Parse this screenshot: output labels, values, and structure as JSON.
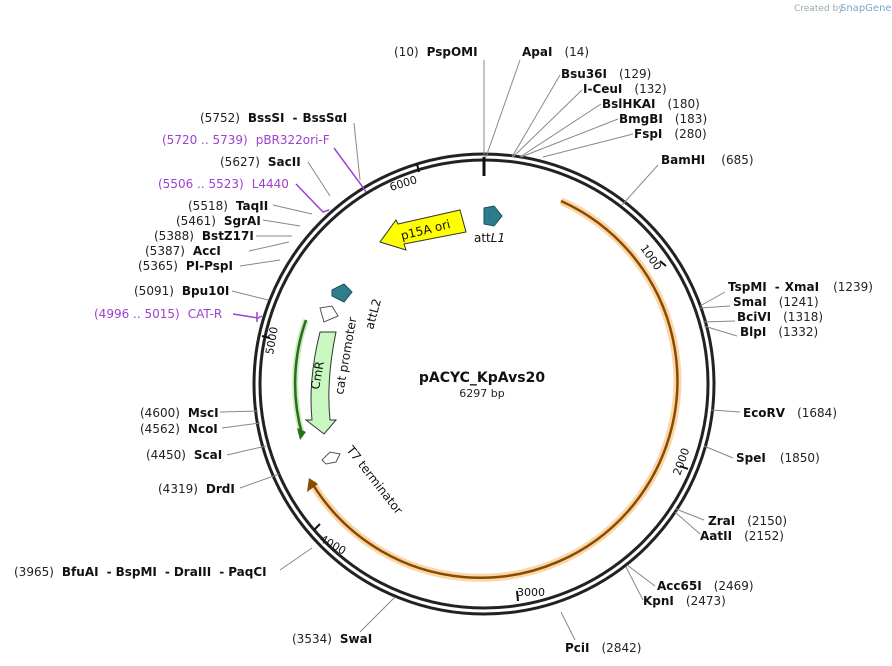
{
  "header": {
    "credit_prefix": "Created by",
    "credit_brand": "SnapGene"
  },
  "plasmid": {
    "name": "pACYC_KpAvs20",
    "length_label": "6297 bp"
  },
  "ticks": [
    "1000",
    "2000",
    "3000",
    "4000",
    "5000",
    "6000"
  ],
  "features": {
    "p15a_ori": "p15A ori",
    "attl1_prefix": "att",
    "attl1_suffix": "L1",
    "attl2": "attL2",
    "cmr": "CmR",
    "cat_promoter": "cat promoter",
    "t7_terminator": "T7 terminator"
  },
  "sites": [
    {
      "pos": "(10)",
      "name": "PspOMI"
    },
    {
      "pos": "(14)",
      "name": "ApaI"
    },
    {
      "pos": "(129)",
      "name": "Bsu36I"
    },
    {
      "pos": "(132)",
      "name": "I-CeuI"
    },
    {
      "pos": "(180)",
      "name": "BslHKAI"
    },
    {
      "pos": "(183)",
      "name": "BmgBI"
    },
    {
      "pos": "(280)",
      "name": "FspI"
    },
    {
      "pos": "(685)",
      "name": "BamHI"
    },
    {
      "pos": "(1239)",
      "name": "TspMI",
      "name2": "XmaI"
    },
    {
      "pos": "(1241)",
      "name": "SmaI"
    },
    {
      "pos": "(1318)",
      "name": "BciVI"
    },
    {
      "pos": "(1332)",
      "name": "BlpI"
    },
    {
      "pos": "(1684)",
      "name": "EcoRV"
    },
    {
      "pos": "(1850)",
      "name": "SpeI"
    },
    {
      "pos": "(2150)",
      "name": "ZraI"
    },
    {
      "pos": "(2152)",
      "name": "AatII"
    },
    {
      "pos": "(2469)",
      "name": "Acc65I"
    },
    {
      "pos": "(2473)",
      "name": "KpnI"
    },
    {
      "pos": "(2842)",
      "name": "PciI"
    },
    {
      "pos": "(3534)",
      "name": "SwaI"
    },
    {
      "pos": "(3965)",
      "name": "BfuAI",
      "name2": "BspMI",
      "name3": "DraIII",
      "name4": "PaqCI"
    },
    {
      "pos": "(4319)",
      "name": "DrdI"
    },
    {
      "pos": "(4450)",
      "name": "ScaI"
    },
    {
      "pos": "(4562)",
      "name": "NcoI"
    },
    {
      "pos": "(4600)",
      "name": "MscI"
    },
    {
      "pos": "(5091)",
      "name": "Bpu10I"
    },
    {
      "pos": "(5365)",
      "name": "PI-PspI"
    },
    {
      "pos": "(5387)",
      "name": "AccI"
    },
    {
      "pos": "(5388)",
      "name": "BstZ17I"
    },
    {
      "pos": "(5461)",
      "name": "SgrAI"
    },
    {
      "pos": "(5518)",
      "name": "TaqII"
    },
    {
      "pos": "(5627)",
      "name": "SacII"
    },
    {
      "pos": "(5752)",
      "name": "BssSI",
      "name2": "BssSαI"
    }
  ],
  "primers": [
    {
      "pos": "(5720 .. 5739)",
      "name": "pBR322ori-F"
    },
    {
      "pos": "(5506 .. 5523)",
      "name": "L4440"
    },
    {
      "pos": "(4996 .. 5015)",
      "name": "CAT-R"
    }
  ],
  "colors": {
    "backbone": "#222222",
    "orange_feature": "#f5a43a",
    "ori_yellow": "#ffff00",
    "cmr_green": "#c8f7c0",
    "att_teal": "#2e7d8c",
    "primer_purple": "#a040d0"
  }
}
